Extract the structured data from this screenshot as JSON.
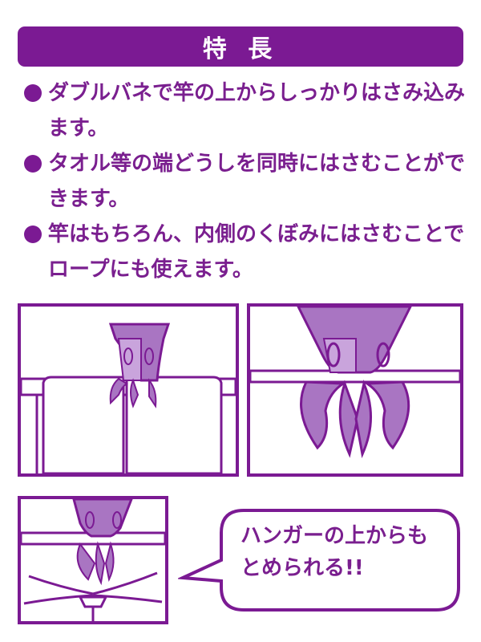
{
  "banner": {
    "title": "特 長"
  },
  "features": [
    "ダブルバネで竿の上からしっかりはさみ込みます。",
    "タオル等の端どうしを同時にはさむことができます。",
    "竿はもちろん、内側のくぼみにはさむことでロープにも使えます。"
  ],
  "callout": {
    "line1": "ハンガーの上からも",
    "line2": "とめられる!!"
  },
  "colors": {
    "accent": "#7b1a93",
    "clip_fill": "#a975c2",
    "clip_light": "#c9a4dc",
    "text": "#7a1f8f"
  }
}
